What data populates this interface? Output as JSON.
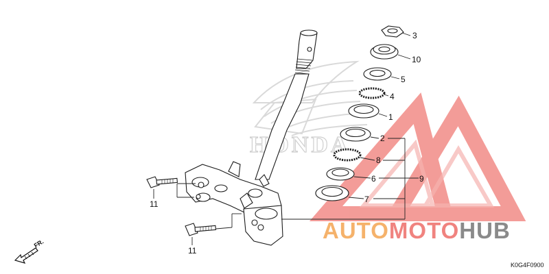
{
  "diagram": {
    "callouts": {
      "n1": "1",
      "n2": "2",
      "n3": "3",
      "n4": "4",
      "n5": "5",
      "n6": "6",
      "n7": "7",
      "n8": "8",
      "n9": "9",
      "n10": "10",
      "n11a": "11",
      "n11b": "11"
    },
    "direction_label": "FR.",
    "diagram_code": "K0G4F0900",
    "background_mark": {
      "word": "HONDA",
      "color": "#dddddd"
    }
  },
  "watermark": {
    "brand_auto": "AUTO",
    "brand_moto": "MOTO",
    "brand_hub": "HUB",
    "colors": {
      "auto": "#f5b26b",
      "moto": "#f0837f",
      "hub": "#8a8a8a",
      "triangle": "#f06e6e"
    }
  }
}
